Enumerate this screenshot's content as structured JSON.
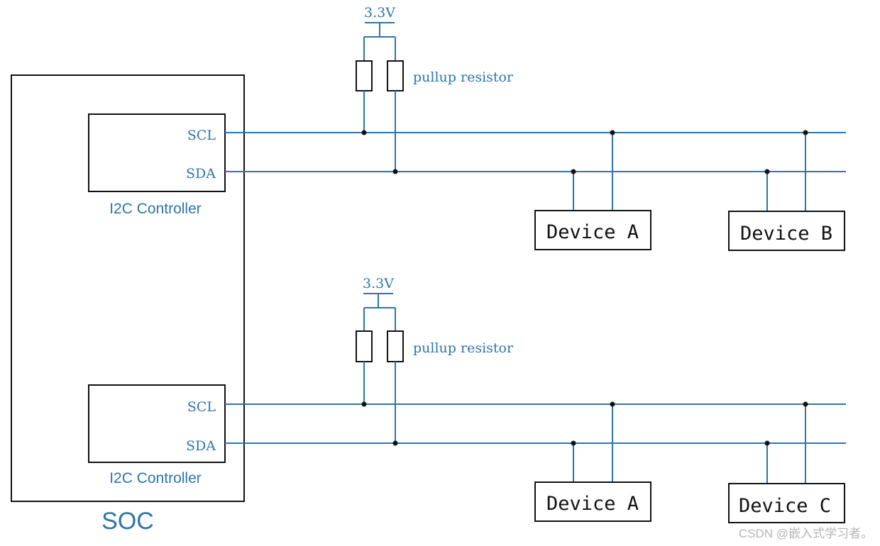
{
  "soc": {
    "label": "SOC"
  },
  "buses": [
    {
      "controller_label": "I2C Controller",
      "scl_label": "SCL",
      "sda_label": "SDA",
      "supply_label": "3.3V",
      "resistor_label": "pullup resistor",
      "devices": [
        "Device A",
        "Device B"
      ]
    },
    {
      "controller_label": "I2C Controller",
      "scl_label": "SCL",
      "sda_label": "SDA",
      "supply_label": "3.3V",
      "resistor_label": "pullup resistor",
      "devices": [
        "Device A",
        "Device C"
      ]
    }
  ],
  "watermark": "CSDN @嵌入式学习者。",
  "colors": {
    "wire": "#2e75a8",
    "outline": "#111111",
    "label": "#2e75a8",
    "watermark": "#b5b5b5"
  }
}
